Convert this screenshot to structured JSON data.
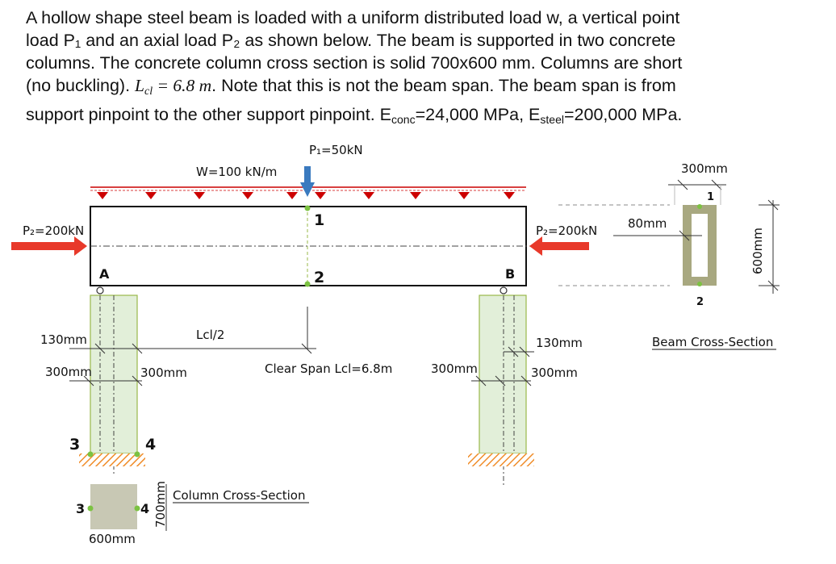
{
  "problem": {
    "lines": [
      "A hollow shape steel beam is loaded with a uniform distributed load w, a vertical point",
      "load P₁ and an axial load P₂ as shown below. The beam is supported in two concrete",
      "columns. The concrete column cross section is solid 700x600 mm. Columns are short"
    ],
    "line4_pre": "(no buckling). ",
    "line4_math_L": "L",
    "line4_math_sub": "cl",
    "line4_math_rest": " = 6.8 m",
    "line4_post": ". Note that this is not the beam span. The beam span is from",
    "line5_pre": "support pinpoint to the other support pinpoint.  E",
    "line5_sub1": "conc",
    "line5_mid": "=24,000 MPa, E",
    "line5_sub2": "steel",
    "line5_post": "=200,000 MPa."
  },
  "diagram": {
    "p1_label": "P₁=50kN",
    "w_label": "W=100 kN/m",
    "p2_left_label": "P₂=200kN",
    "p2_right_label": "P₂=200kN",
    "point_1": "1",
    "point_2": "2",
    "support_a": "A",
    "support_b": "B",
    "lcl_half": "Lcl/2",
    "clear_span": "Clear Span Lcl=6.8m",
    "dim_130_left": "130mm",
    "dim_300_left_outer": "300mm",
    "dim_300_left_inner": "300mm",
    "dim_300_right_outer": "300mm",
    "dim_130_right": "130mm",
    "dim_300_right_inner": "300mm",
    "point_3": "3",
    "point_4": "4",
    "col_point_3": "3",
    "col_point_4": "4",
    "col_cross_section": "Column Cross-Section",
    "col_width": "600mm",
    "col_depth": "700mm",
    "beam_width": "300mm",
    "beam_flange": "80mm",
    "beam_depth": "600mm",
    "beam_point_1": "1",
    "beam_point_2": "2",
    "beam_cross_section": "Beam Cross-Section"
  },
  "colors": {
    "concrete_fill": "#e2efd9",
    "concrete_section": "#c8c8b4",
    "steel_section": "#a8a880",
    "load_arrow": "#cc0000",
    "axial_arrow": "#e8392a",
    "point_load": "#3a7abf",
    "hatch": "#f08c28",
    "node_dot": "#7cc242"
  }
}
